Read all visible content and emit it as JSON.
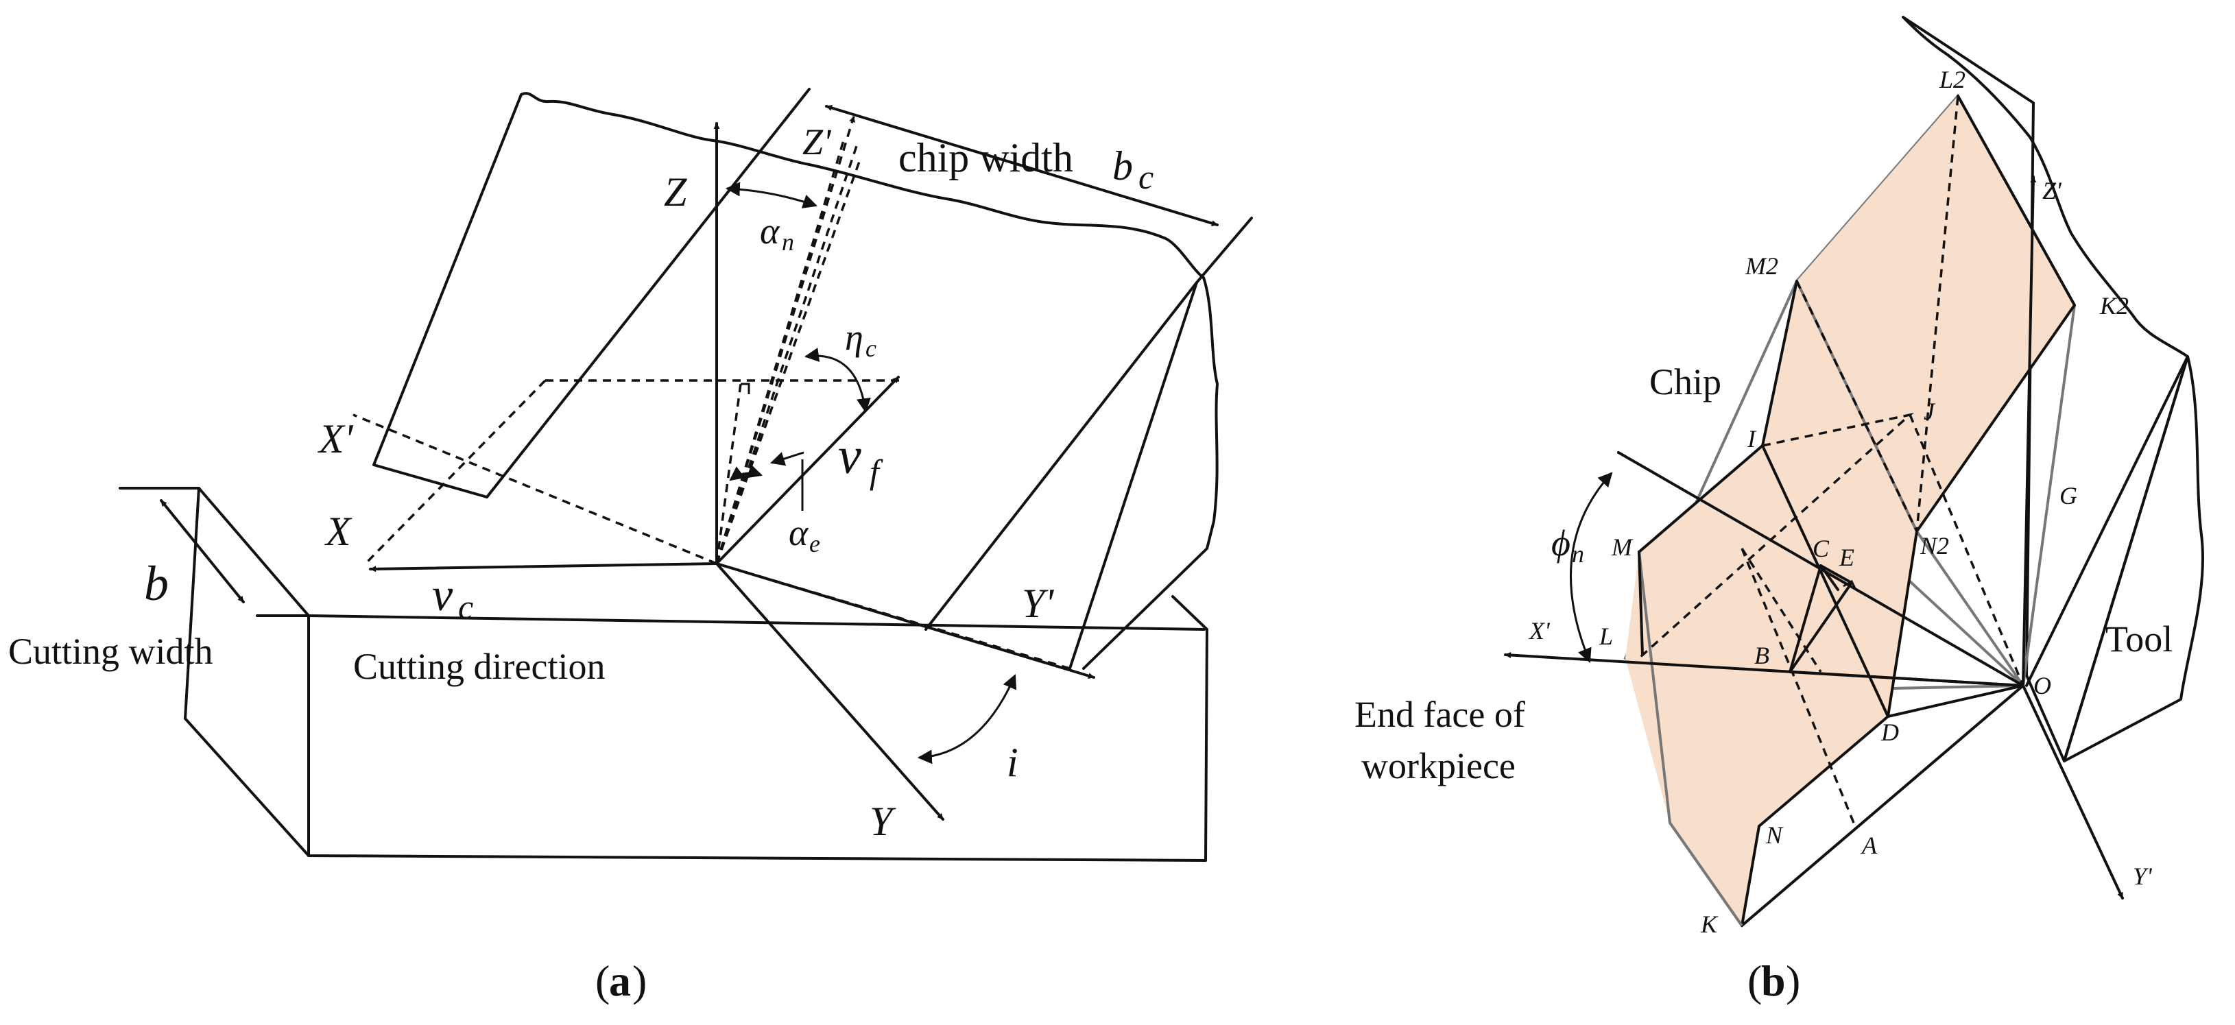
{
  "panel_a": {
    "caption_open": "(",
    "caption_letter": "a",
    "caption_close": ")",
    "chip_width_text": "chip width",
    "chip_width_symbol": "b",
    "chip_width_sub": "c",
    "cutting_width_text": "Cutting width",
    "cutting_width_symbol": "b",
    "cutting_direction": "Cutting direction",
    "axis_Z": "Z",
    "axis_Z_prime": "Z'",
    "axis_X": "X",
    "axis_X_prime": "X'",
    "axis_Y": "Y",
    "axis_Y_prime": "Y'",
    "alpha_n": "α",
    "alpha_n_sub": "n",
    "eta_c": "η",
    "eta_c_sub": "c",
    "v_f": "v",
    "v_f_sub": "f",
    "alpha_e": "α",
    "alpha_e_sub": "e",
    "v_c": "v",
    "v_c_sub": "c",
    "incl_i": "i"
  },
  "panel_b": {
    "caption_open": "(",
    "caption_letter": "b",
    "caption_close": ")",
    "chip": "Chip",
    "tool": "Tool",
    "end_face_1": "End face of",
    "end_face_2": "workpiece",
    "phi_n": "ϕ",
    "phi_n_sub": "n",
    "points": {
      "L2": "L2",
      "M2": "M2",
      "K2": "K2",
      "Z_prime": "Z'",
      "J": "J",
      "I": "I",
      "G": "G",
      "M": "M",
      "C": "C",
      "E": "E",
      "N2": "N2",
      "X_prime": "X'",
      "L": "L",
      "B": "B",
      "O": "O",
      "D": "D",
      "N": "N",
      "A": "A",
      "K": "K",
      "Y_prime": "Y'"
    }
  },
  "colors": {
    "chip_fill": "#f8dfcc",
    "tool_hatch": "#8fb0d4"
  }
}
